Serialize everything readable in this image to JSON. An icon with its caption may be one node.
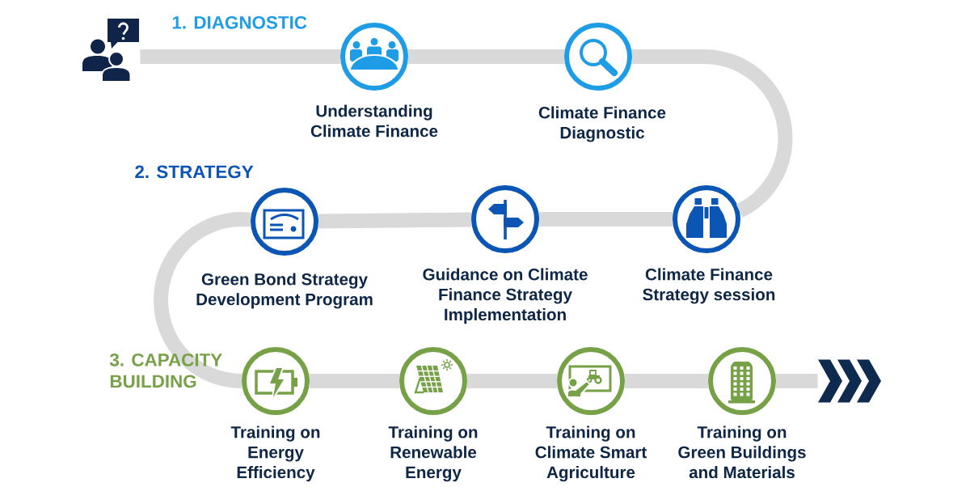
{
  "diagram": {
    "nodes": [
      {
        "text": [],
        "shape": "person"
      },
      {
        "text": [
          "Understanding Climate Finance"
        ]
      },
      {
        "text": [
          "Climate Finance Diagnostic"
        ]
      },
      {
        "text": [
          "Climate Finance Strategy session"
        ]
      },
      {
        "text": [
          "Guidance on Climate Finance Strategy Implementation"
        ]
      },
      {
        "text": [
          "Green Bond Strategy Development Program"
        ]
      },
      {
        "text": [
          "Training on Energy Efficiency"
        ]
      },
      {
        "text": [
          "Training on Renewable Energy"
        ]
      },
      {
        "text": [
          "Training on Climate Smart Agriculture"
        ]
      },
      {
        "text": [
          "Training on Green Buildings and Materials"
        ]
      },
      {
        "text": [],
        "shape": "chevron"
      }
    ],
    "edges": [
      {
        "from": 0,
        "to": 1,
        "arrow": "none"
      },
      {
        "from": 1,
        "to": 2,
        "arrow": "none"
      },
      {
        "from": 2,
        "to": 3,
        "arrow": "none"
      },
      {
        "from": 3,
        "to": 4,
        "arrow": "none"
      },
      {
        "from": 4,
        "to": 5,
        "arrow": "none"
      },
      {
        "from": 5,
        "to": 6,
        "arrow": "none"
      },
      {
        "from": 6,
        "to": 7,
        "arrow": "none"
      },
      {
        "from": 7,
        "to": 8,
        "arrow": "none"
      },
      {
        "from": 8,
        "to": 9,
        "arrow": "none"
      },
      {
        "from": 9,
        "to": 10,
        "arrow": "none"
      }
    ],
    "labels": [
      "1. DIAGNOSTIC",
      "2. STRATEGY",
      "3. CAPACITY BUILDING"
    ]
  }
}
